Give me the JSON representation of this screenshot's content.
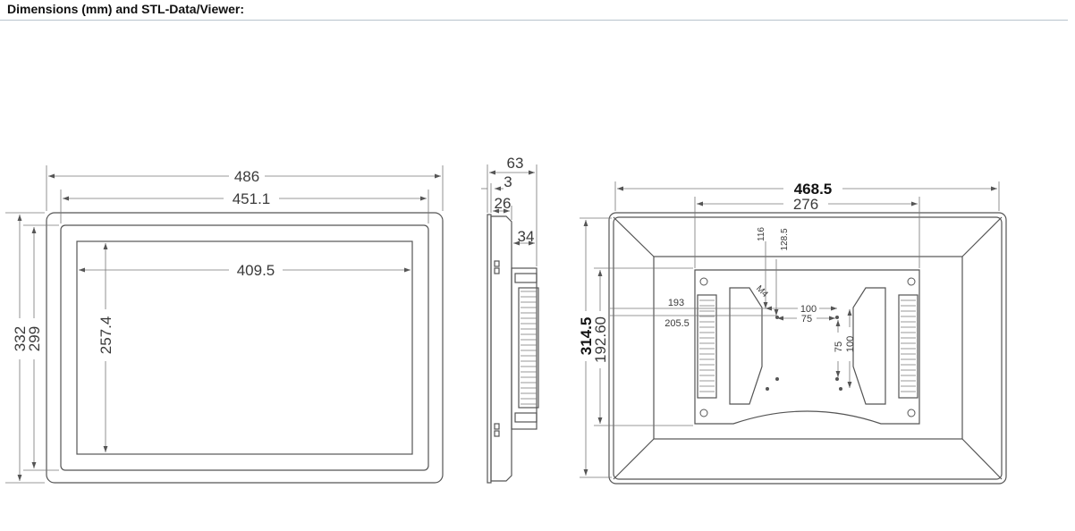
{
  "header": {
    "title": "Dimensions (mm) and STL-Data/Viewer:"
  },
  "front_view": {
    "outer_width": "486",
    "inner_width": "451.1",
    "screen_width": "409.5",
    "outer_height": "332",
    "inner_height": "299",
    "screen_height": "257.4"
  },
  "side_view": {
    "total_depth": "63",
    "bezel_depth": "3",
    "frame_depth": "26",
    "bracket_depth": "34"
  },
  "rear_view": {
    "overall_width": "468.5",
    "bracket_width": "276",
    "overall_height": "314.5",
    "bracket_height": "192.60",
    "offset_116": "116",
    "offset_128": "128.5",
    "offset_193": "193",
    "offset_205": "205.5",
    "vesa_100_h": "100",
    "vesa_75_h": "75",
    "vesa_75_v": "75",
    "vesa_100_v": "100",
    "screw_label": "M4"
  },
  "colors": {
    "line": "#555555",
    "text": "#3a3a3a",
    "header_rule": "#b8c4cc"
  }
}
